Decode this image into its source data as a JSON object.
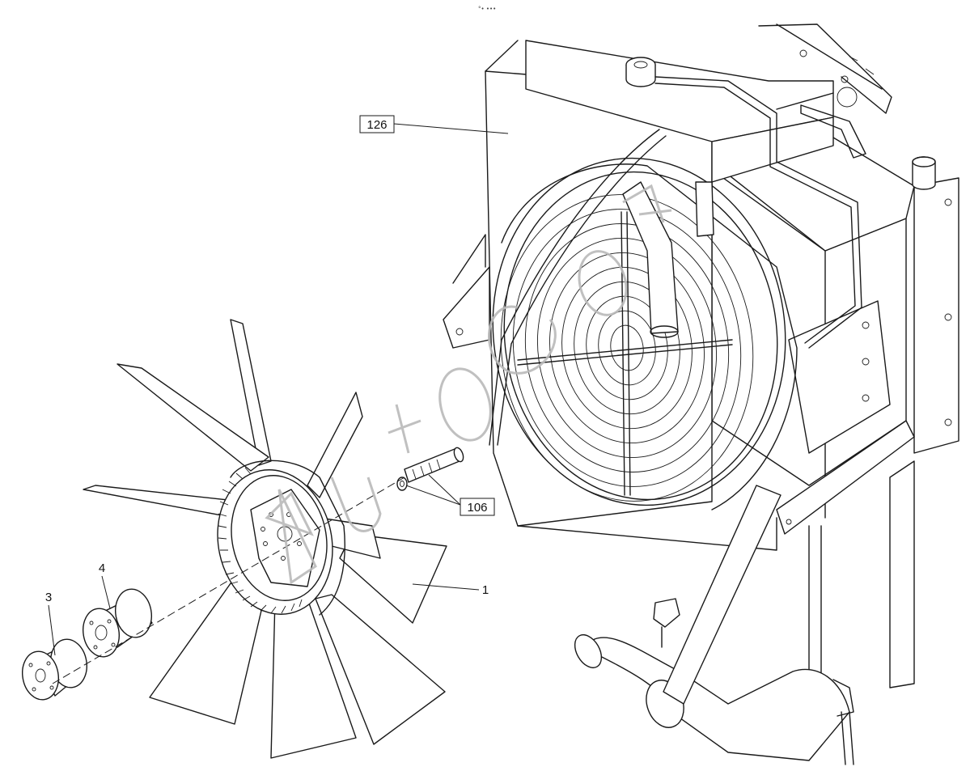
{
  "diagram": {
    "callouts": [
      {
        "id": "126",
        "boxed": true
      },
      {
        "id": "106",
        "boxed": true
      },
      {
        "id": "1",
        "boxed": false
      },
      {
        "id": "4",
        "boxed": false
      },
      {
        "id": "3",
        "boxed": false
      }
    ],
    "corner_mark": "°• •••",
    "colors": {
      "line": "#1a1a1a",
      "background": "#ffffff",
      "watermark": "#b9b9b9"
    }
  }
}
